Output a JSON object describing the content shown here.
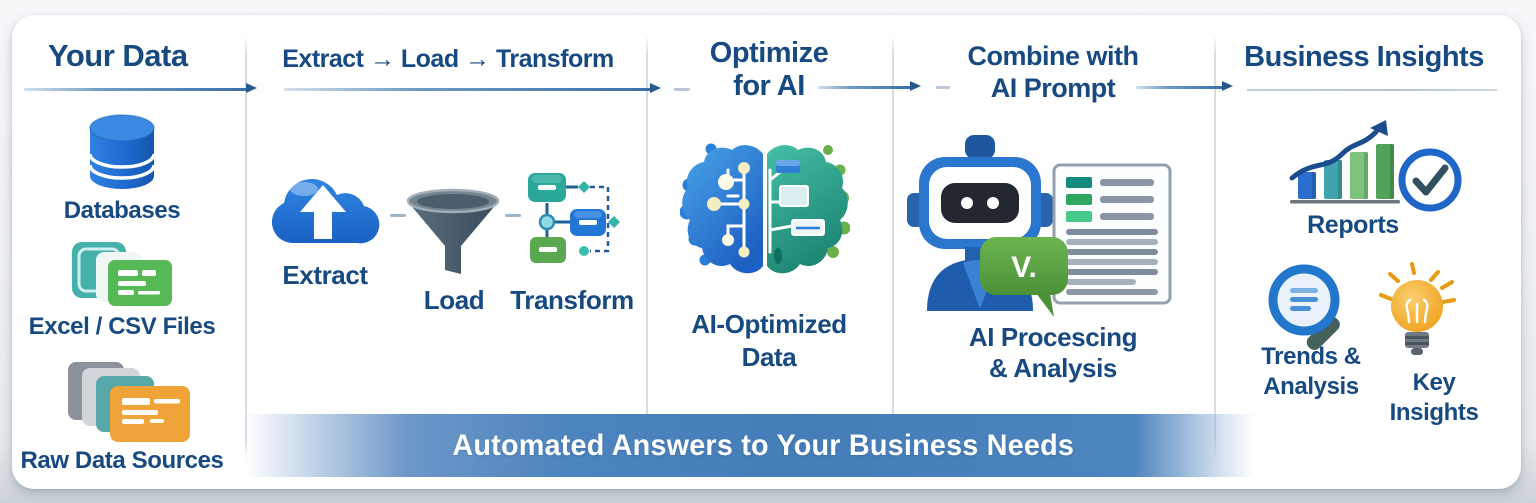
{
  "colors": {
    "heading_navy": "#184a82",
    "arrow_blue": "#3a70a8",
    "banner_blue": "#4a82bc",
    "card_bg": "#ffffff",
    "page_bg": "#eef0f3"
  },
  "columns": [
    {
      "title": "Your Data",
      "items": [
        {
          "icon": "database-icon",
          "label": "Databases"
        },
        {
          "icon": "spreadsheet-files-icon",
          "label": "Excel / CSV Files"
        },
        {
          "icon": "raw-data-cards-icon",
          "label": "Raw Data Sources"
        }
      ]
    },
    {
      "title": "Extract → Load → Transform",
      "items": [
        {
          "icon": "cloud-upload-icon",
          "label": "Extract"
        },
        {
          "icon": "funnel-icon",
          "label": "Load"
        },
        {
          "icon": "transform-flowchart-icon",
          "label": "Transform"
        }
      ]
    },
    {
      "title_lines": [
        "Optimize",
        "for AI"
      ],
      "items": [
        {
          "icon": "ai-brain-icon",
          "label_lines": [
            "AI-Optimized",
            "Data"
          ]
        }
      ]
    },
    {
      "title_lines": [
        "Combine with",
        "AI Prompt"
      ],
      "items": [
        {
          "icon": "robot-chat-document-icon",
          "label_lines": [
            "AI Procescing",
            "& Analysis"
          ]
        }
      ]
    },
    {
      "title": "Business Insights",
      "items": [
        {
          "icon": "bar-chart-check-icon",
          "label": "Reports"
        },
        {
          "icon": "magnifier-icon",
          "label_lines": [
            "Trends &",
            "Analysis"
          ]
        },
        {
          "icon": "lightbulb-icon",
          "label_lines": [
            "Key",
            "Insights"
          ]
        }
      ]
    }
  ],
  "chat_bubble": {
    "text": "V."
  },
  "banner": {
    "text": "Automated Answers to Your Business Needs"
  }
}
